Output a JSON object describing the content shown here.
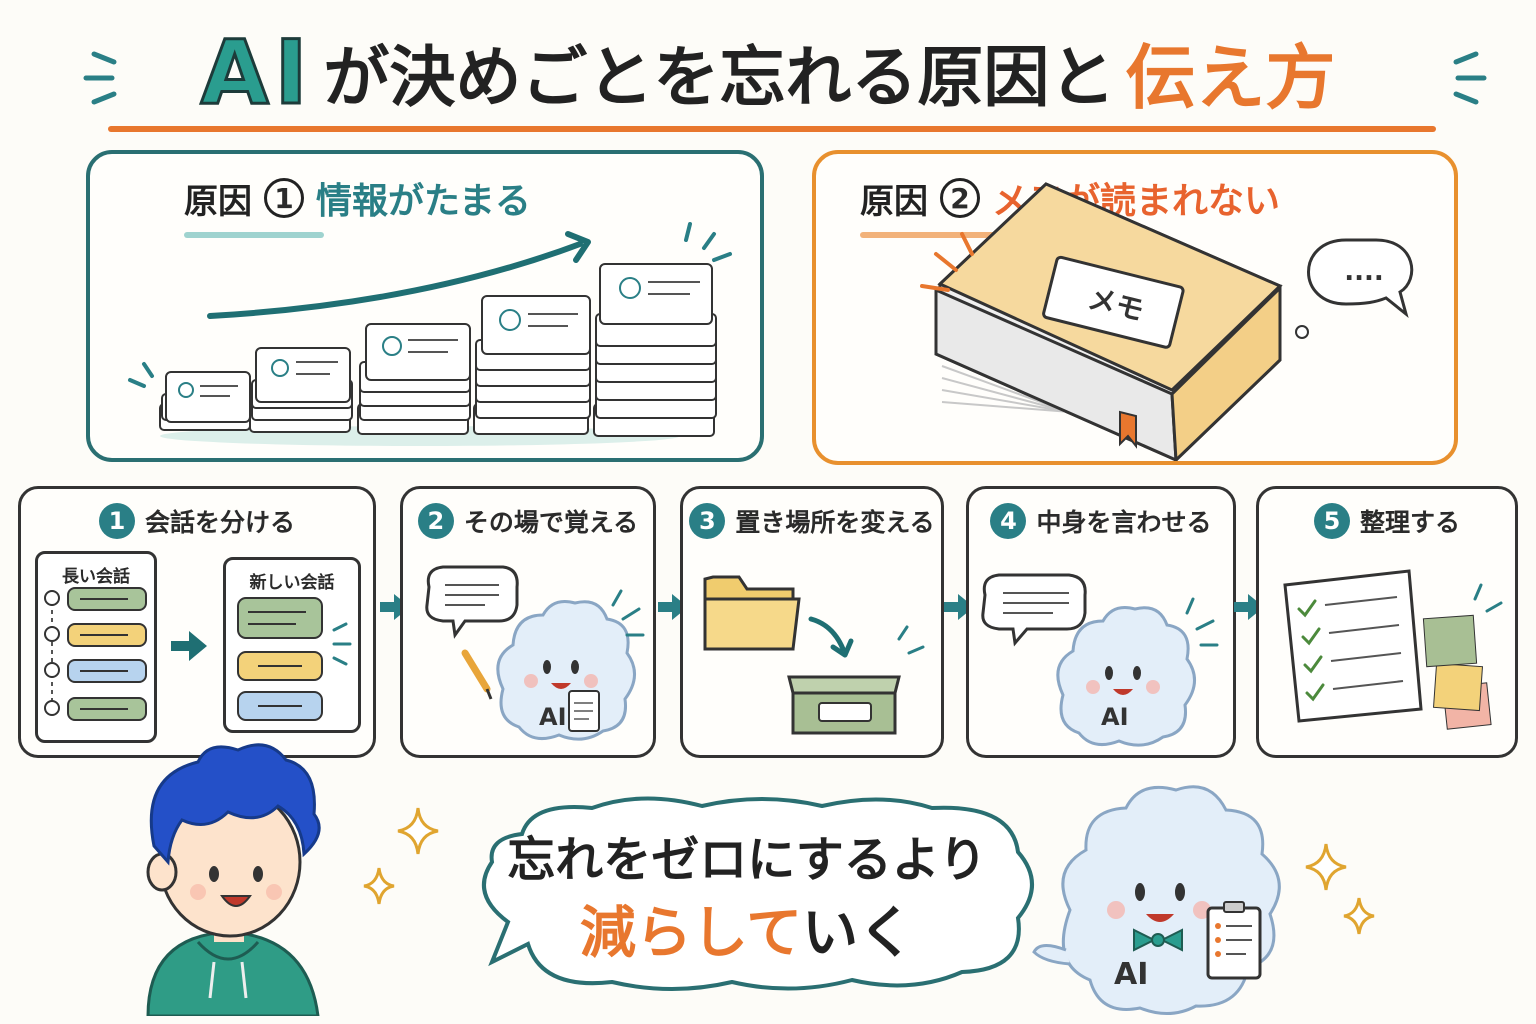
{
  "title": {
    "ai": "AI",
    "mid": "が決めごとを忘れる原因と",
    "accent": "伝え方"
  },
  "colors": {
    "teal": "#2a7f86",
    "orange": "#e8772e",
    "cream": "#f5d89a",
    "green_box": "#a8bf94"
  },
  "cause1": {
    "label": "原因",
    "number": "1",
    "text": "情報がたまる"
  },
  "cause2": {
    "label": "原因",
    "number": "2",
    "text": "メモが読まれない",
    "book_label": "メモ",
    "thought": "...."
  },
  "steps": [
    {
      "number": "1",
      "label": "会話を分ける",
      "long_chat": "長い会話",
      "new_chat": "新しい会話"
    },
    {
      "number": "2",
      "label": "その場で覚える",
      "ai_text": "AI"
    },
    {
      "number": "3",
      "label": "置き場所を変える"
    },
    {
      "number": "4",
      "label": "中身を言わせる",
      "ai_text": "AI"
    },
    {
      "number": "5",
      "label": "整理する"
    }
  ],
  "message": {
    "line1": "忘れをゼロにするより",
    "line2_accent": "減らして",
    "line2_rest": "いく"
  },
  "mascot_text": "AI",
  "icons": [
    "person-icon",
    "chat-bubble-icon",
    "folder-icon",
    "storage-box-icon",
    "checklist-icon",
    "clipboard-icon",
    "sparkle-icon",
    "book-icon",
    "pencil-icon"
  ]
}
